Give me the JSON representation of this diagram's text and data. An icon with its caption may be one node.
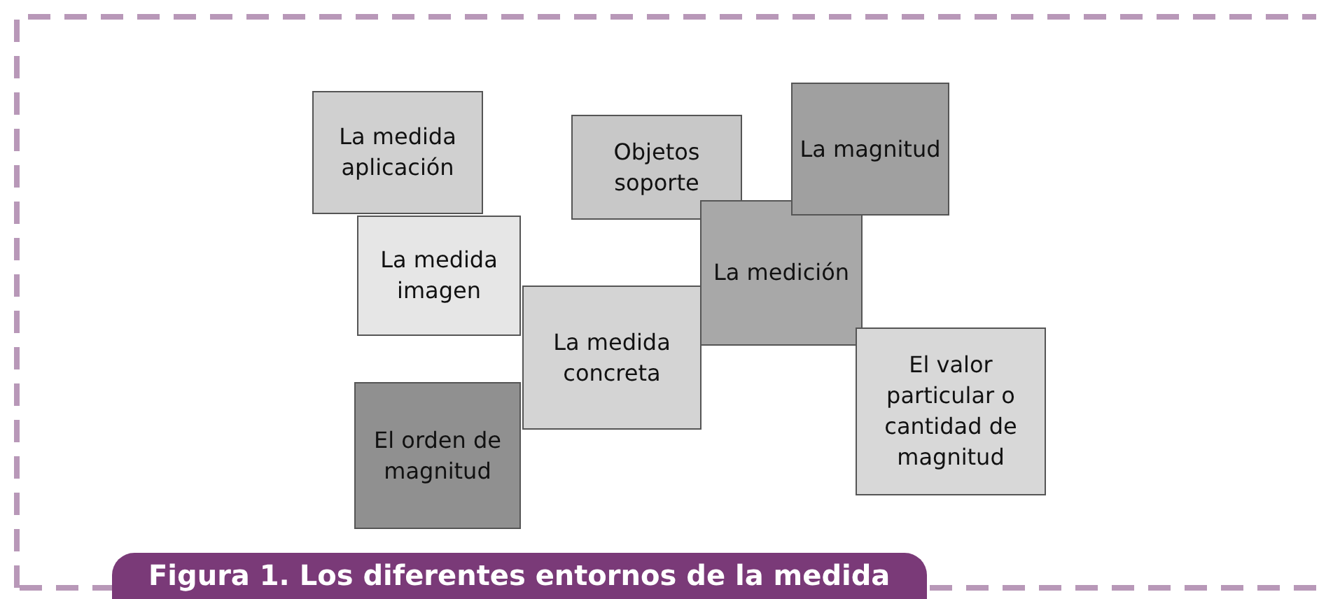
{
  "diagram": {
    "caption": "Figura 1. Los diferentes entornos de la medida",
    "nodes": [
      {
        "text": [
          "La medida aplicación"
        ]
      },
      {
        "text": [
          "Objetos soporte"
        ]
      },
      {
        "text": [
          "La magnitud"
        ]
      },
      {
        "text": [
          "La medida imagen"
        ]
      },
      {
        "text": [
          "La medición"
        ]
      },
      {
        "text": [
          "La medida concreta"
        ]
      },
      {
        "text": [
          "El valor particular o cantidad de magnitud"
        ]
      },
      {
        "text": [
          "El orden de magnitud"
        ]
      }
    ]
  }
}
